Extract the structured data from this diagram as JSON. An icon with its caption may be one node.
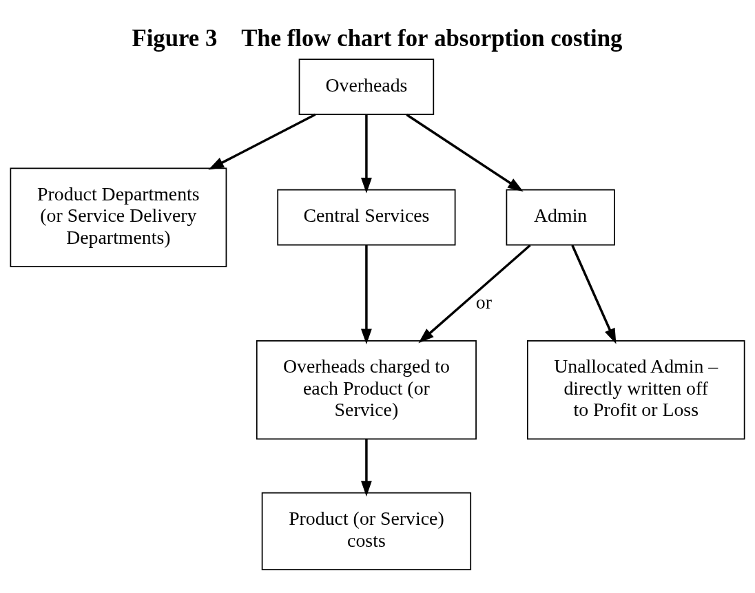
{
  "diagram": {
    "title": "Figure 3    The flow chart for absorption costing",
    "nodes": [
      {
        "text": [
          "Overheads"
        ]
      },
      {
        "text": [
          "Product Departments (or Service Delivery Departments)"
        ]
      },
      {
        "text": [
          "Central Services"
        ]
      },
      {
        "text": [
          "Admin"
        ]
      },
      {
        "text": [
          "Overheads charged to each Product (or Service)"
        ]
      },
      {
        "text": [
          "Unallocated Admin – directly written off to Profit or Loss"
        ]
      },
      {
        "text": [
          "Product (or Service) costs"
        ]
      }
    ],
    "edges": [
      {
        "from": 0,
        "to": 1,
        "arrow": "to"
      },
      {
        "from": 0,
        "to": 2,
        "arrow": "to"
      },
      {
        "from": 0,
        "to": 3,
        "arrow": "to"
      },
      {
        "from": 2,
        "to": 4,
        "arrow": "to"
      },
      {
        "from": 3,
        "to": 4,
        "arrow": "to",
        "label": "or"
      },
      {
        "from": 3,
        "to": 5,
        "arrow": "to"
      },
      {
        "from": 4,
        "to": 6,
        "arrow": "to"
      }
    ]
  }
}
